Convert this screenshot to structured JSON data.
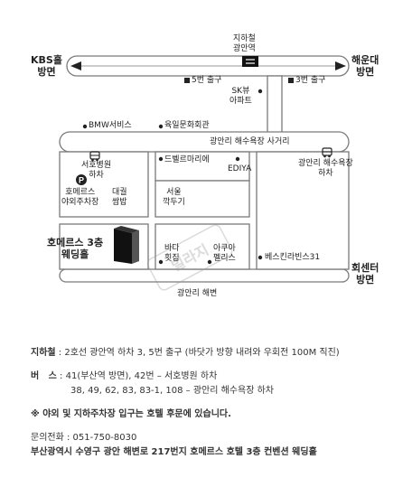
{
  "map": {
    "station": "지하철\n광안역",
    "exit5": "5번 출구",
    "exit3": "3번 출구",
    "kbs": "KBS홀\n방면",
    "haeundae": "해운대\n방면",
    "skview": "SK뷰\n아파트",
    "bmw": "BMW서비스",
    "yukil": "육일문화회관",
    "intersection": "광안리 해수욕장 사거리",
    "seoho_stop": "서호병원\n하차",
    "beach_stop": "광안리 해수욕장\n하차",
    "debelle": "드벨르마리에",
    "ediya": "EDIYA",
    "parking_icon": "P",
    "parking": "호메르스\n야외주차장",
    "daegwol": "대궐\n쌈밥",
    "seoul": "서울\n깍두기",
    "hotel": "호메르스 3층\n웨딩홀",
    "bada": "바다\n횟집",
    "aqua": "아쿠아\n펠리스",
    "bestkin": "베스킨라빈스31",
    "center": "회센터\n방면",
    "haebyeon": "광안리 해변",
    "watermark": "빌라지"
  },
  "info": {
    "subway_label": "지하철",
    "subway_text": ": 2호선 광안역 하차 3, 5번 출구 (바닷가 방향 내려와 우회전 100M 직진)",
    "bus_label": "버   스",
    "bus_text1": ": 41(부산역 방면), 42번 – 서호병원 하차",
    "bus_text2": "38, 49, 62, 83, 83-1, 108 – 광안리 해수욕장 하차",
    "note": "※ 야외 및 지하주차장 입구는 호텔 후문에 있습니다.",
    "phone": "문의전화 : 051-750-8030",
    "address": "부산광역시 수영구 광안 해변로 217번지 호메르스 호텔 3층 컨벤션 웨딩홀"
  }
}
